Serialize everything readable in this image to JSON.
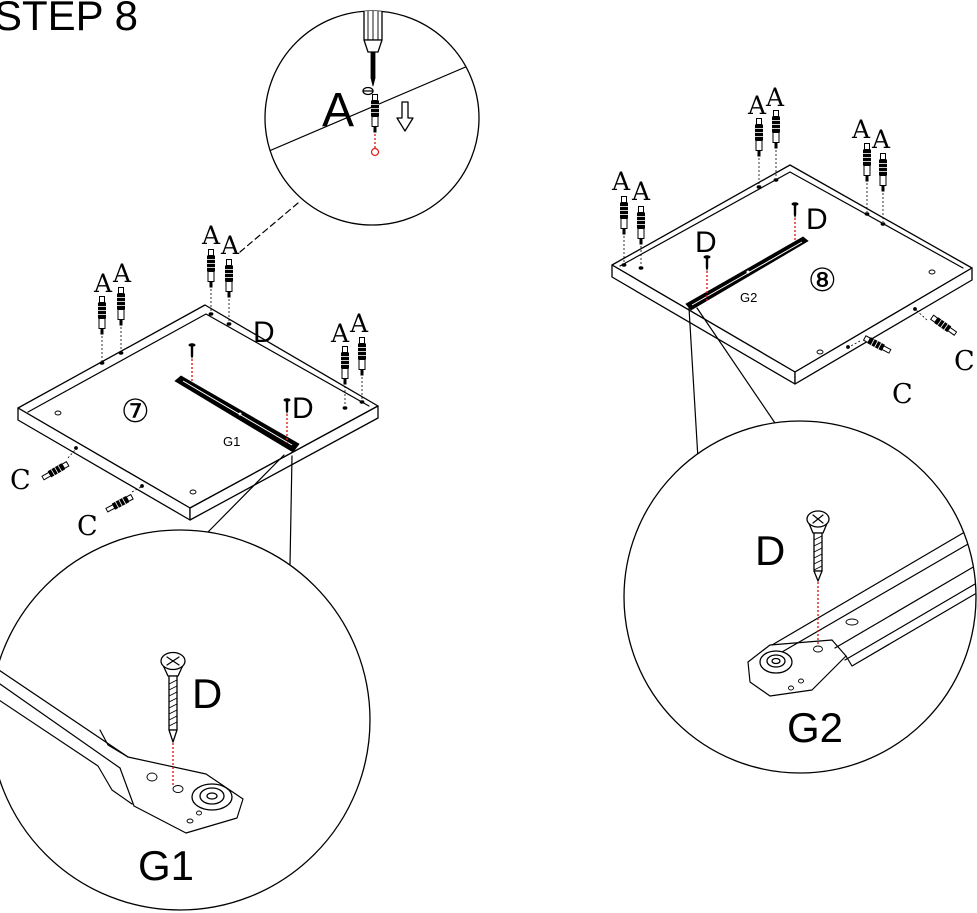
{
  "step_title": "STEP 8",
  "detail_top": {
    "part_label": "A"
  },
  "panel_7": {
    "number": "⑦",
    "rail_label": "G1",
    "dowel_labels": [
      "A",
      "A",
      "A",
      "A",
      "A",
      "A"
    ],
    "screw_labels": [
      "D",
      "D"
    ],
    "cam_labels": [
      "C",
      "C"
    ]
  },
  "detail_g1": {
    "screw_label": "D",
    "rail_label": "G1"
  },
  "panel_8": {
    "number": "⑧",
    "rail_label": "G2",
    "dowel_labels": [
      "A",
      "A",
      "A",
      "A",
      "A",
      "A"
    ],
    "screw_labels": [
      "D",
      "D"
    ],
    "cam_labels": [
      "C",
      "C"
    ]
  },
  "detail_g2": {
    "screw_label": "D",
    "rail_label": "G2"
  },
  "colors": {
    "line": "#000000",
    "guide": "#e0201c",
    "background": "#ffffff"
  }
}
